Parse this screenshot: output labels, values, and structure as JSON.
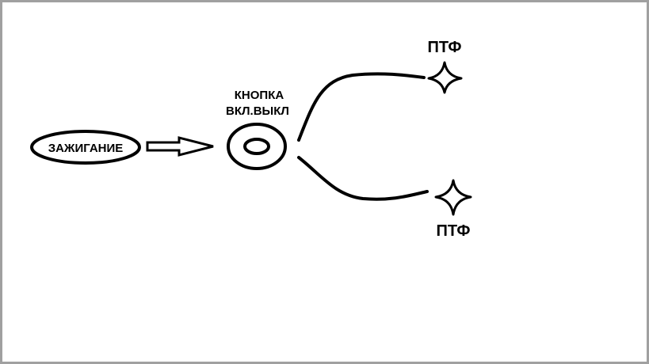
{
  "ignition": {
    "label": "ЗАЖИГАНИЕ"
  },
  "button": {
    "line1": "КНОПКА",
    "line2": "ВКЛ.ВЫКЛ"
  },
  "lamp_top": {
    "label": "ПТФ"
  },
  "lamp_bottom": {
    "label": "ПТФ"
  },
  "colors": {
    "stroke": "#000000",
    "background": "#ffffff",
    "frame": "#a0a0a0"
  }
}
